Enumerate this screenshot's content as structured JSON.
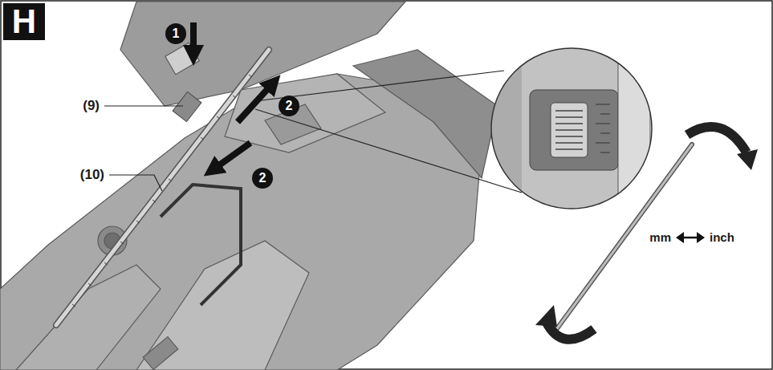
{
  "diagram": {
    "nodes": [
      {
        "text": [
          "H"
        ]
      },
      {
        "text": [
          "1"
        ]
      },
      {
        "text": [
          "2"
        ]
      },
      {
        "text": [
          "2"
        ]
      }
    ],
    "labels": [
      "(9)",
      "(10)",
      "mm",
      "inch"
    ]
  }
}
